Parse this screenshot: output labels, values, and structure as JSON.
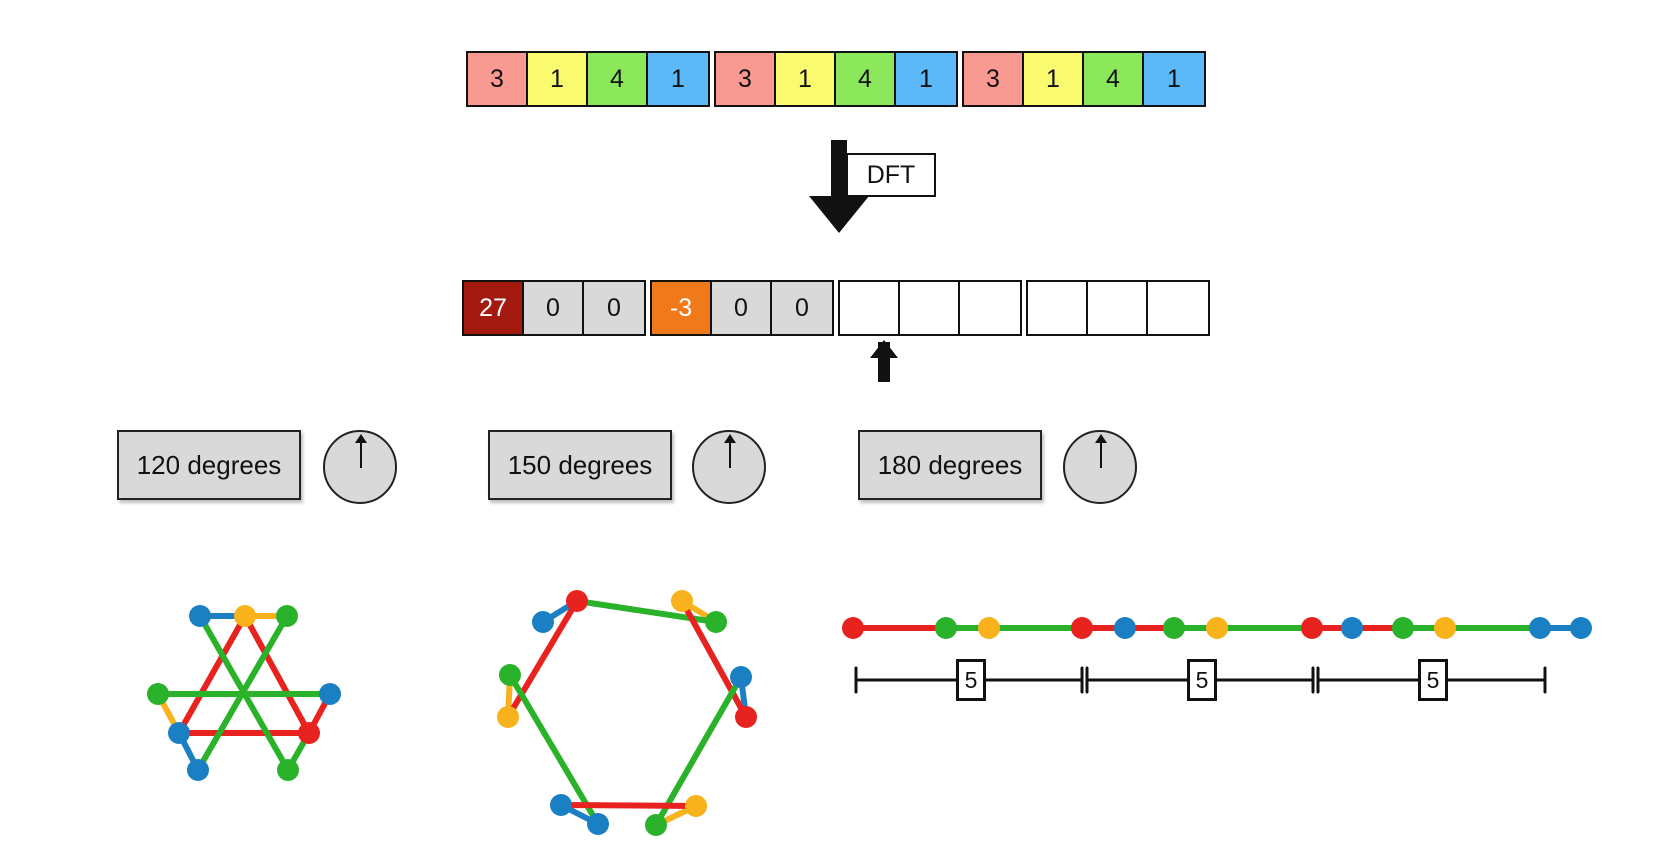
{
  "input_sequence": {
    "groups": [
      [
        {
          "v": "3",
          "c": "#f99a92"
        },
        {
          "v": "1",
          "c": "#fafa6e"
        },
        {
          "v": "4",
          "c": "#8be85a"
        },
        {
          "v": "1",
          "c": "#5cb8f7"
        }
      ],
      [
        {
          "v": "3",
          "c": "#f99a92"
        },
        {
          "v": "1",
          "c": "#fafa6e"
        },
        {
          "v": "4",
          "c": "#8be85a"
        },
        {
          "v": "1",
          "c": "#5cb8f7"
        }
      ],
      [
        {
          "v": "3",
          "c": "#f99a92"
        },
        {
          "v": "1",
          "c": "#fafa6e"
        },
        {
          "v": "4",
          "c": "#8be85a"
        },
        {
          "v": "1",
          "c": "#5cb8f7"
        }
      ]
    ]
  },
  "dft": {
    "label": "DFT"
  },
  "output_sequence": {
    "groups": [
      [
        {
          "v": "27",
          "c": "#a31a10",
          "t": "#ffffff"
        },
        {
          "v": "0",
          "c": "#d9d9d9"
        },
        {
          "v": "0",
          "c": "#d9d9d9"
        }
      ],
      [
        {
          "v": "-3",
          "c": "#f07a1a",
          "t": "#ffffff"
        },
        {
          "v": "0",
          "c": "#d9d9d9"
        },
        {
          "v": "0",
          "c": "#d9d9d9"
        }
      ],
      [
        {
          "v": "",
          "c": "#ffffff"
        },
        {
          "v": "",
          "c": "#ffffff"
        },
        {
          "v": "",
          "c": "#ffffff"
        }
      ],
      [
        {
          "v": "",
          "c": "#ffffff"
        },
        {
          "v": "",
          "c": "#ffffff"
        },
        {
          "v": "",
          "c": "#ffffff"
        }
      ]
    ]
  },
  "angles": [
    {
      "label": "120 degrees"
    },
    {
      "label": "150 degrees"
    },
    {
      "label": "180 degrees"
    }
  ],
  "segment_labels": [
    "5",
    "5",
    "5"
  ],
  "colors": {
    "red": "#e8231f",
    "orange": "#f8b21c",
    "green": "#2ab22a",
    "blue": "#1b7fc4"
  }
}
